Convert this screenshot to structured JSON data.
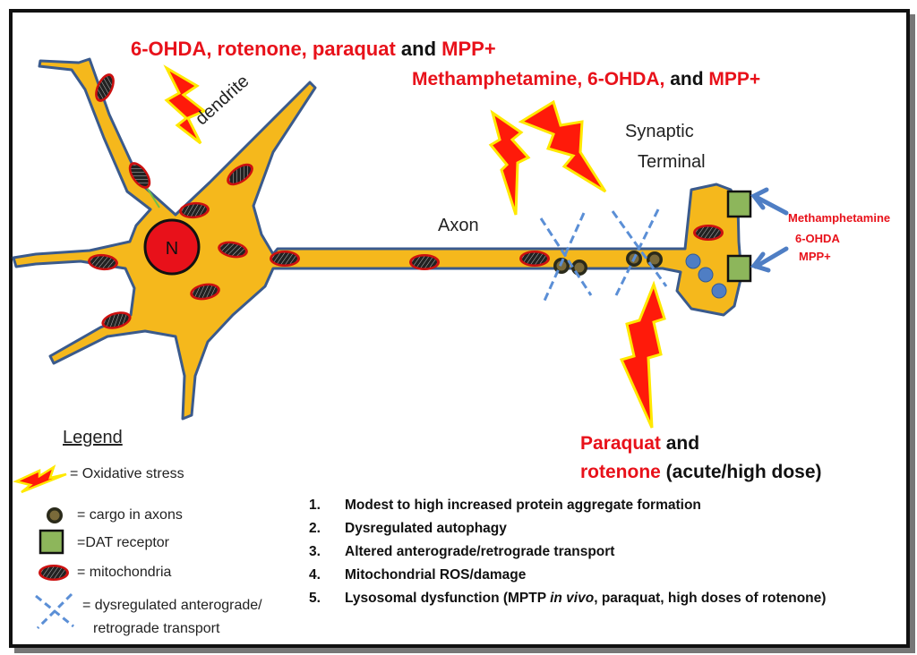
{
  "toxins_top": {
    "line1": {
      "part1": "6-OHDA, rotenone,  paraquat",
      "part2": " and ",
      "part3": "MPP+"
    },
    "line2": {
      "part1": "Methamphetamine, 6-OHDA,",
      "part2": " and ",
      "part3": "MPP+"
    }
  },
  "labels": {
    "dendrite": "dendrite",
    "synaptic_line1": "Synaptic",
    "synaptic_line2": "Terminal",
    "axon": "Axon",
    "nucleus": "N"
  },
  "terminal_toxins": [
    "Methamphetamine",
    "6-OHDA",
    "MPP+"
  ],
  "bottom_toxins": {
    "line1_red": "Paraquat",
    "line1_black": " and",
    "line2_red": "rotenone",
    "line2_black": " (acute/high dose)"
  },
  "legend": {
    "title": "Legend",
    "items": [
      {
        "icon": "lightning-icon",
        "text": "= Oxidative stress"
      },
      {
        "icon": "cargo-icon",
        "text": "= cargo in axons"
      },
      {
        "icon": "dat-receptor-icon",
        "text": "=DAT receptor"
      },
      {
        "icon": "mitochondria-icon",
        "text": "= mitochondria"
      },
      {
        "icon": "dysregulated-x-icon",
        "text": "= dysregulated anterograde/"
      },
      {
        "icon": "",
        "text": "retrograde transport"
      }
    ]
  },
  "effects": [
    {
      "num": "1.",
      "text": "Modest to high increased protein aggregate formation"
    },
    {
      "num": "2.",
      "text": "Dysregulated autophagy"
    },
    {
      "num": "3.",
      "text": "Altered anterograde/retrograde transport"
    },
    {
      "num": "4.",
      "text": "Mitochondrial ROS/damage"
    },
    {
      "num": "5.",
      "text_before": "Lysosomal dysfunction (MPTP ",
      "text_italic": "in vivo",
      "text_after": ", paraquat, high doses of rotenone)"
    }
  ],
  "colors": {
    "neuron_fill": "#f5b81c",
    "neuron_outline": "#3a5a8c",
    "nucleus": "#e8111a",
    "toxin_red": "#e8111a",
    "bolt_fill": "#ff1a0a",
    "bolt_border": "#ffe800",
    "dat": "#8db65b",
    "x_mark": "#5b8fd6",
    "vesicle": "#4f7ec4"
  }
}
